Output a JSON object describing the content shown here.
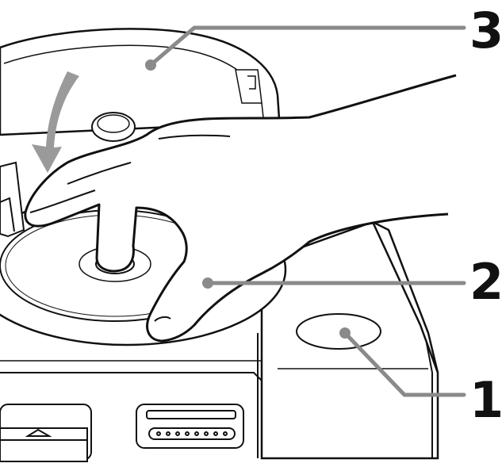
{
  "figure": {
    "callouts": [
      {
        "id": "lid-open-button",
        "label": "1"
      },
      {
        "id": "disc",
        "label": "2"
      },
      {
        "id": "disc-lid",
        "label": "3"
      }
    ],
    "colors": {
      "outline": "#111111",
      "callout_line": "#8a8a8a",
      "arrow": "#9a9a9a",
      "background": "#ffffff"
    }
  }
}
